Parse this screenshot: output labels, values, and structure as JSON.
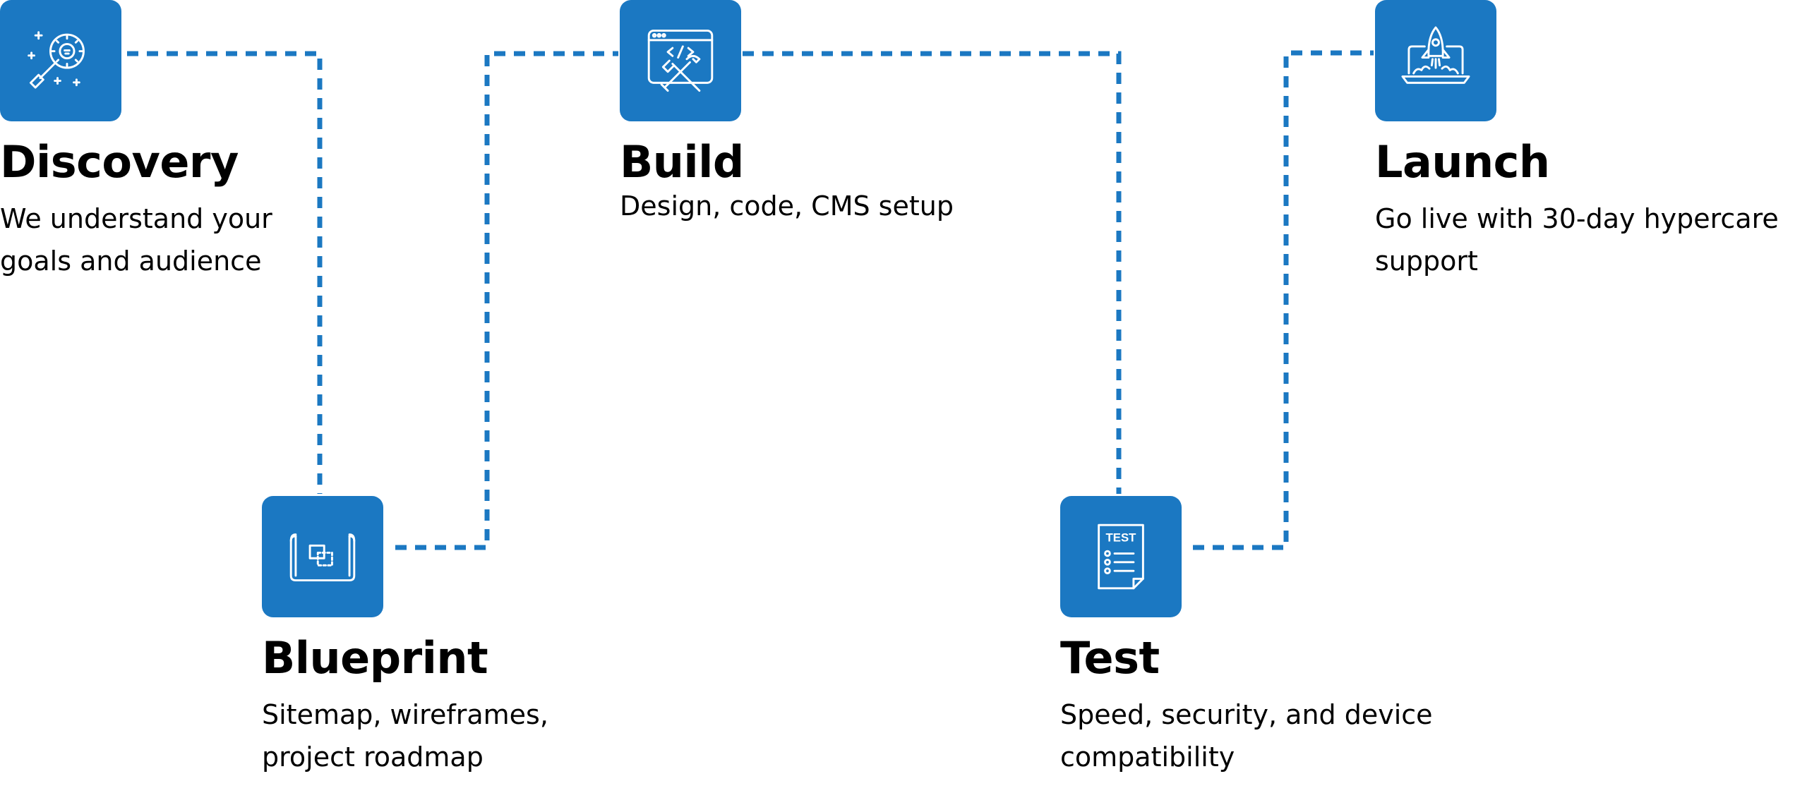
{
  "steps": [
    {
      "title": "Discovery",
      "description": "We understand your goals and audience",
      "icon": "discovery-gear-magnifier-icon"
    },
    {
      "title": "Blueprint",
      "description": "Sitemap, wireframes, project roadmap",
      "icon": "blueprint-icon"
    },
    {
      "title": "Build",
      "description": "Design, code, CMS setup",
      "icon": "code-tools-icon"
    },
    {
      "title": "Test",
      "description": "Speed, security, and device compatibility",
      "icon": "test-checklist-icon",
      "icon_text": "TEST"
    },
    {
      "title": "Launch",
      "description": "Go live with 30-day hypercare support",
      "icon": "rocket-laptop-icon"
    }
  ],
  "colors": {
    "accent": "#1b78c2",
    "icon_stroke": "#ffffff",
    "text": "#000000",
    "background": "#ffffff"
  }
}
